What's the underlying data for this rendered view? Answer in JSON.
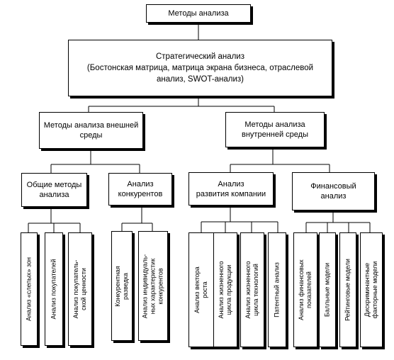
{
  "root": {
    "label": "Методы анализа"
  },
  "strategic": {
    "line1": "Стратегический анализ",
    "line2": "(Бостонская матрица, матрица экрана бизнеса, отраслевой",
    "line3": "анализ, SWOT-анализ)"
  },
  "external": {
    "line1": "Методы анализа внешней",
    "line2": "среды"
  },
  "internal": {
    "line1": "Методы анализа",
    "line2": "внутренней среды"
  },
  "general_methods": {
    "line1": "Общие методы",
    "line2": "анализа"
  },
  "competitors": {
    "line1": "Анализ",
    "line2": "конкурентов"
  },
  "company_dev": {
    "line1": "Анализ",
    "line2": "развития компании"
  },
  "financial": {
    "line1": "Финансовый",
    "line2": "анализ"
  },
  "leaves": {
    "blind_zones": {
      "line1": "Анализ «слепых» зон"
    },
    "buyers": {
      "line1": "Анализ покупателей"
    },
    "consumer_value": {
      "line1": "Анализ покупатель-",
      "line2": "ской ценности"
    },
    "competitive_intel": {
      "line1": "Конкурентная",
      "line2": "разведка"
    },
    "competitor_traits": {
      "line1": "Анализ индивидуаль-",
      "line2": "ных характеристик",
      "line3": "конкурентов"
    },
    "growth_vector": {
      "line1": "Анализ вектора",
      "line2": "роста"
    },
    "product_lifecycle": {
      "line1": "Анализ жизненного",
      "line2": "цикла продукции"
    },
    "tech_lifecycle": {
      "line1": "Анализ жизненного",
      "line2": "цикла технологий"
    },
    "patent": {
      "line1": "Патентный анализ"
    },
    "fin_indicators": {
      "line1": "Анализ финансовых",
      "line2": "показателей"
    },
    "scoring_models": {
      "line1": "Балльные модели"
    },
    "rating_models": {
      "line1": "Рейтинговые модели"
    },
    "discriminant_models": {
      "line1": "Дискриминантные",
      "line2": "факторные модели"
    }
  }
}
